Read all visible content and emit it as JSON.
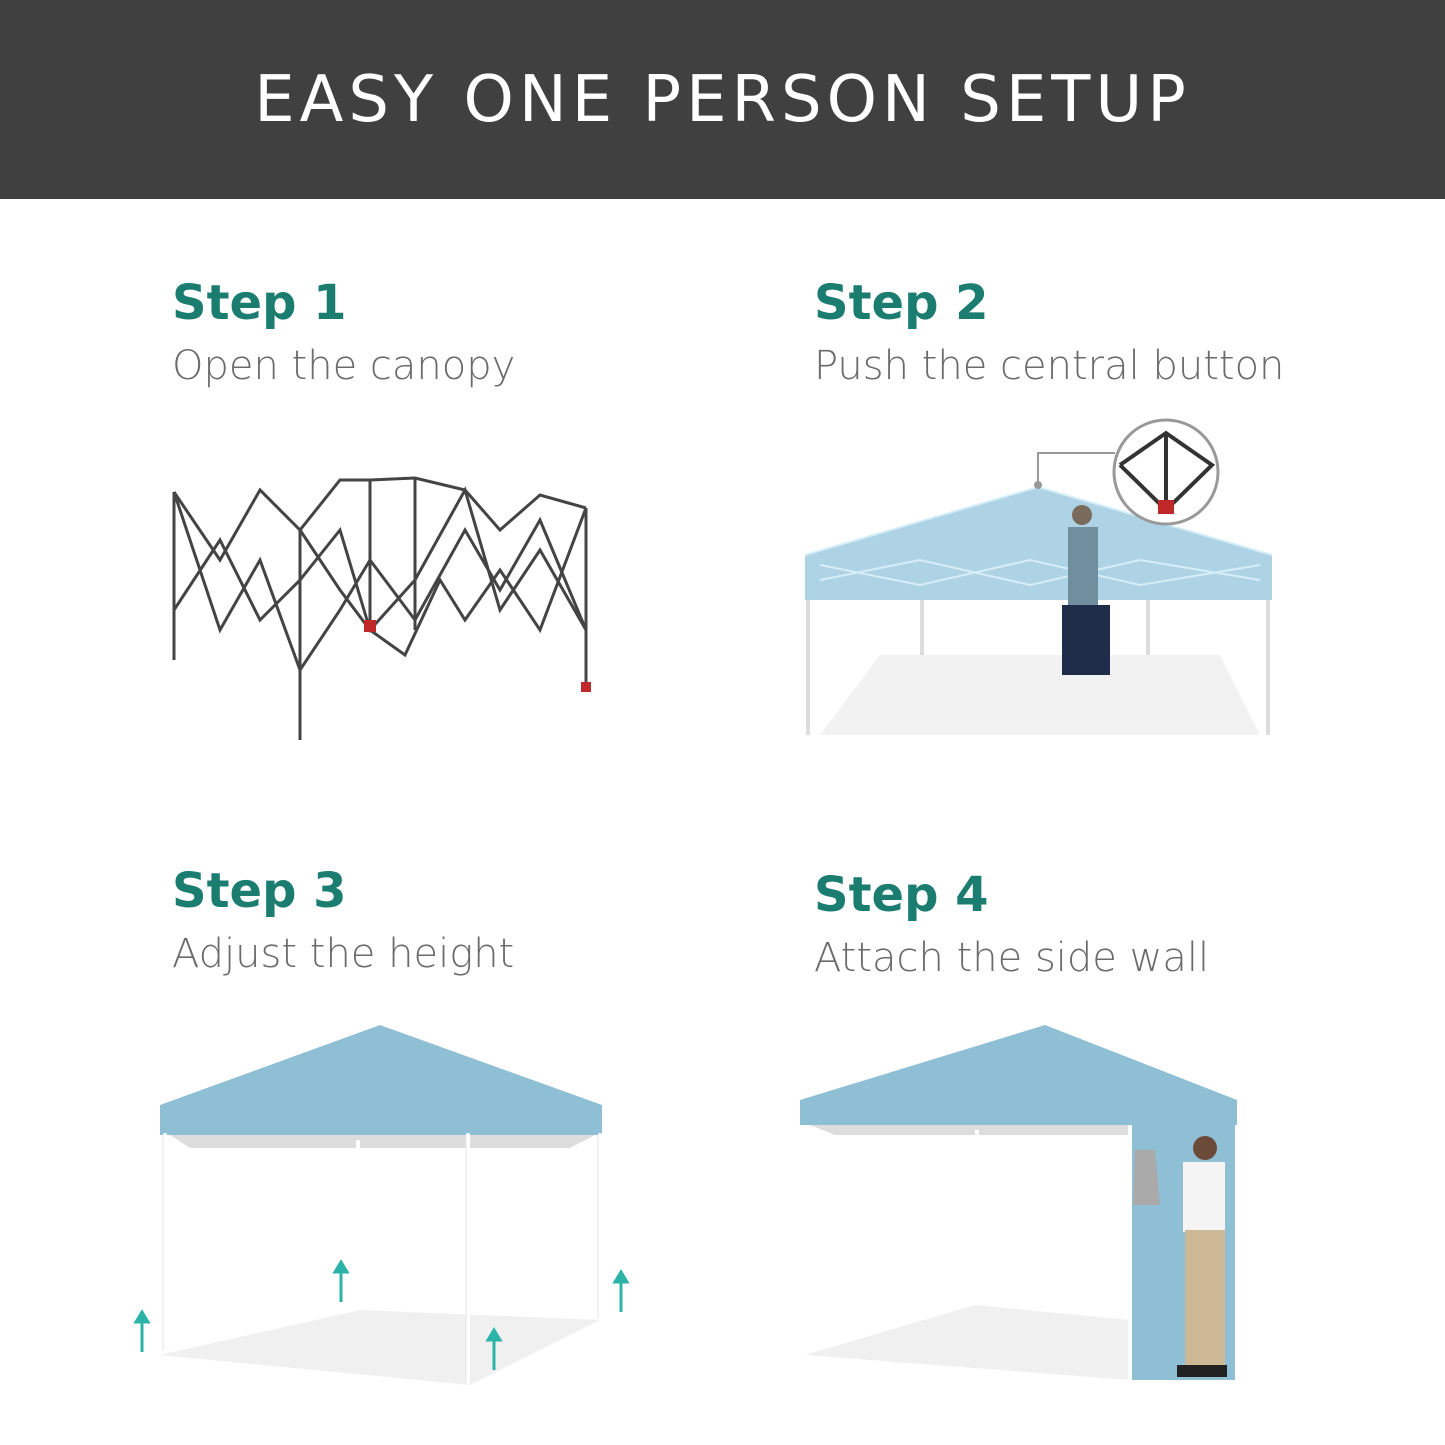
{
  "header": {
    "title": "EASY ONE PERSON SETUP"
  },
  "steps": [
    {
      "label": "Step 1",
      "description": "Open the canopy"
    },
    {
      "label": "Step 2",
      "description": "Push the central button"
    },
    {
      "label": "Step 3",
      "description": "Adjust the height"
    },
    {
      "label": "Step 4",
      "description": "Attach the side wall"
    }
  ],
  "colors": {
    "header_bg": "#404040",
    "step_label": "#1b7d70",
    "description": "#6b6b6b",
    "canopy": "#8fbfd4",
    "arrow": "#2bb3a8",
    "frame": "#444444"
  }
}
